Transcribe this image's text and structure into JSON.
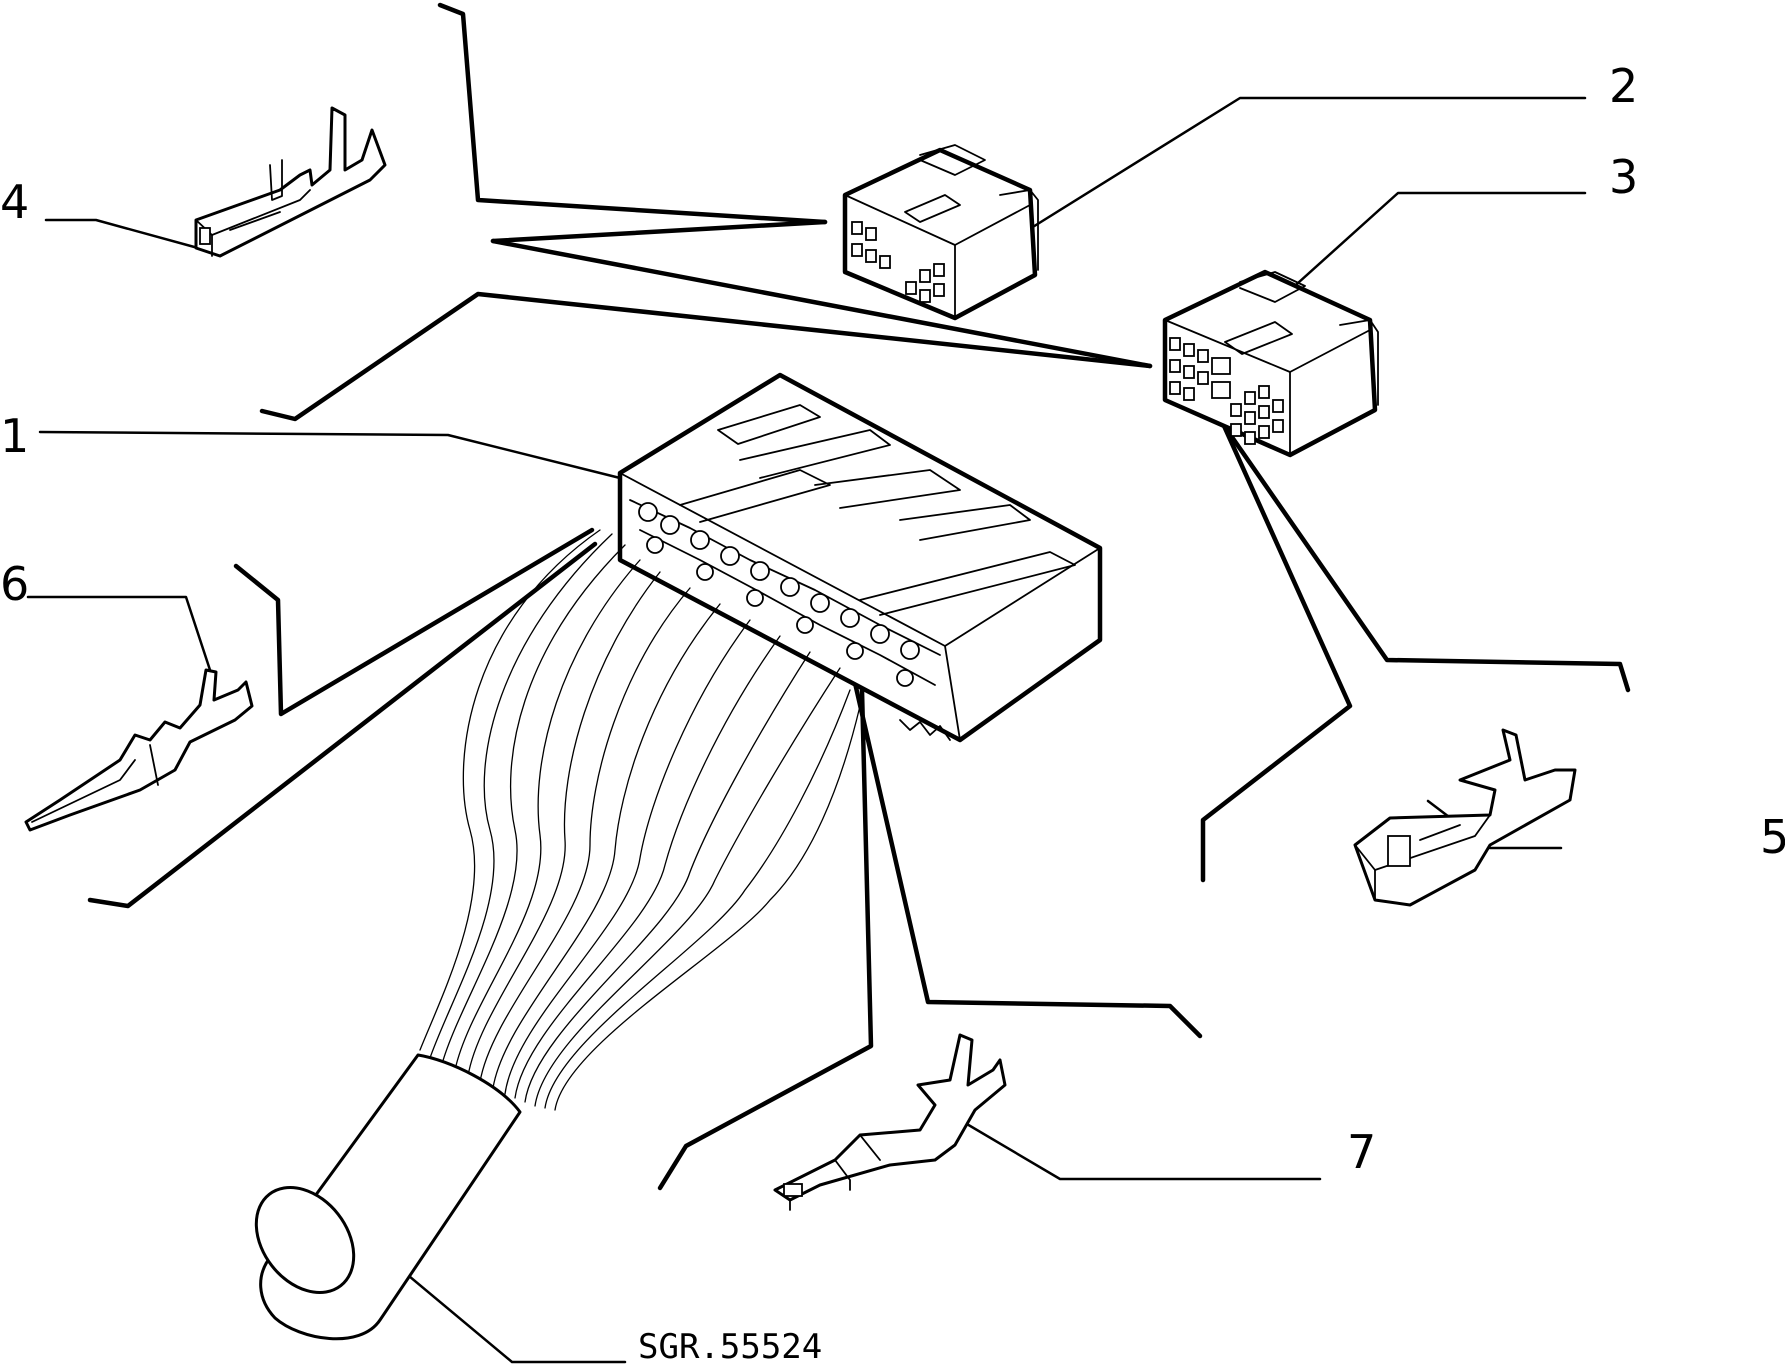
{
  "drawing_code": "SGR.55524",
  "callouts": {
    "c1": "1",
    "c2": "2",
    "c3": "3",
    "c4": "4",
    "c5": "5",
    "c6": "6",
    "c7": "7"
  },
  "colors": {
    "ink": "#000000",
    "paper": "#ffffff"
  }
}
